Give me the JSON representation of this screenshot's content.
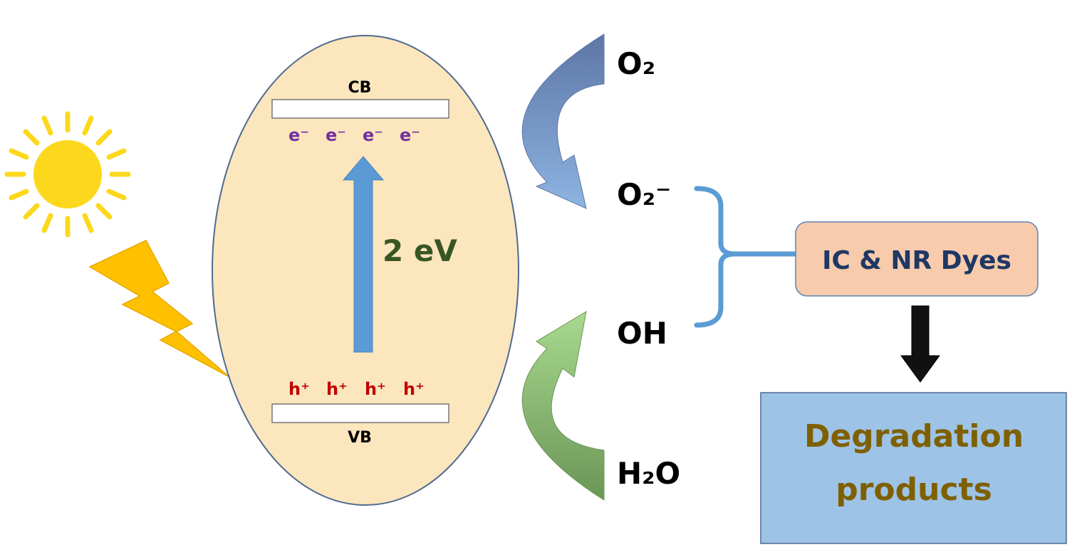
{
  "band": {
    "cb_label": "CB",
    "vb_label": "VB",
    "electrons": [
      "e⁻",
      "e⁻",
      "e⁻",
      "e⁻"
    ],
    "holes": [
      "h⁺",
      "h⁺",
      "h⁺",
      "h⁺"
    ],
    "gap_label": "2 eV"
  },
  "species": {
    "o2": "O₂",
    "o2_radical": "O₂⁻",
    "oh": "OH",
    "h2o": "H₂O"
  },
  "process": {
    "dyes_label": "IC & NR Dyes",
    "products_line1": "Degradation",
    "products_line2": "products"
  },
  "colors": {
    "ellipse_fill": "#fbe6bd",
    "ellipse_stroke": "#4f6a90",
    "electron": "#7030a0",
    "hole": "#c00000",
    "gap_arrow": "#5b9bd5",
    "gap_label": "#375623",
    "sun": "#fcd81d",
    "lightning": "#ffc000",
    "o2_arrow": "#6f86b6",
    "water_arrow": "#7fae69",
    "bracket": "#5b9bd5",
    "dyes_box": "#f7cbac",
    "products_box": "#9dc3e6",
    "products_text": "#7f6000"
  }
}
